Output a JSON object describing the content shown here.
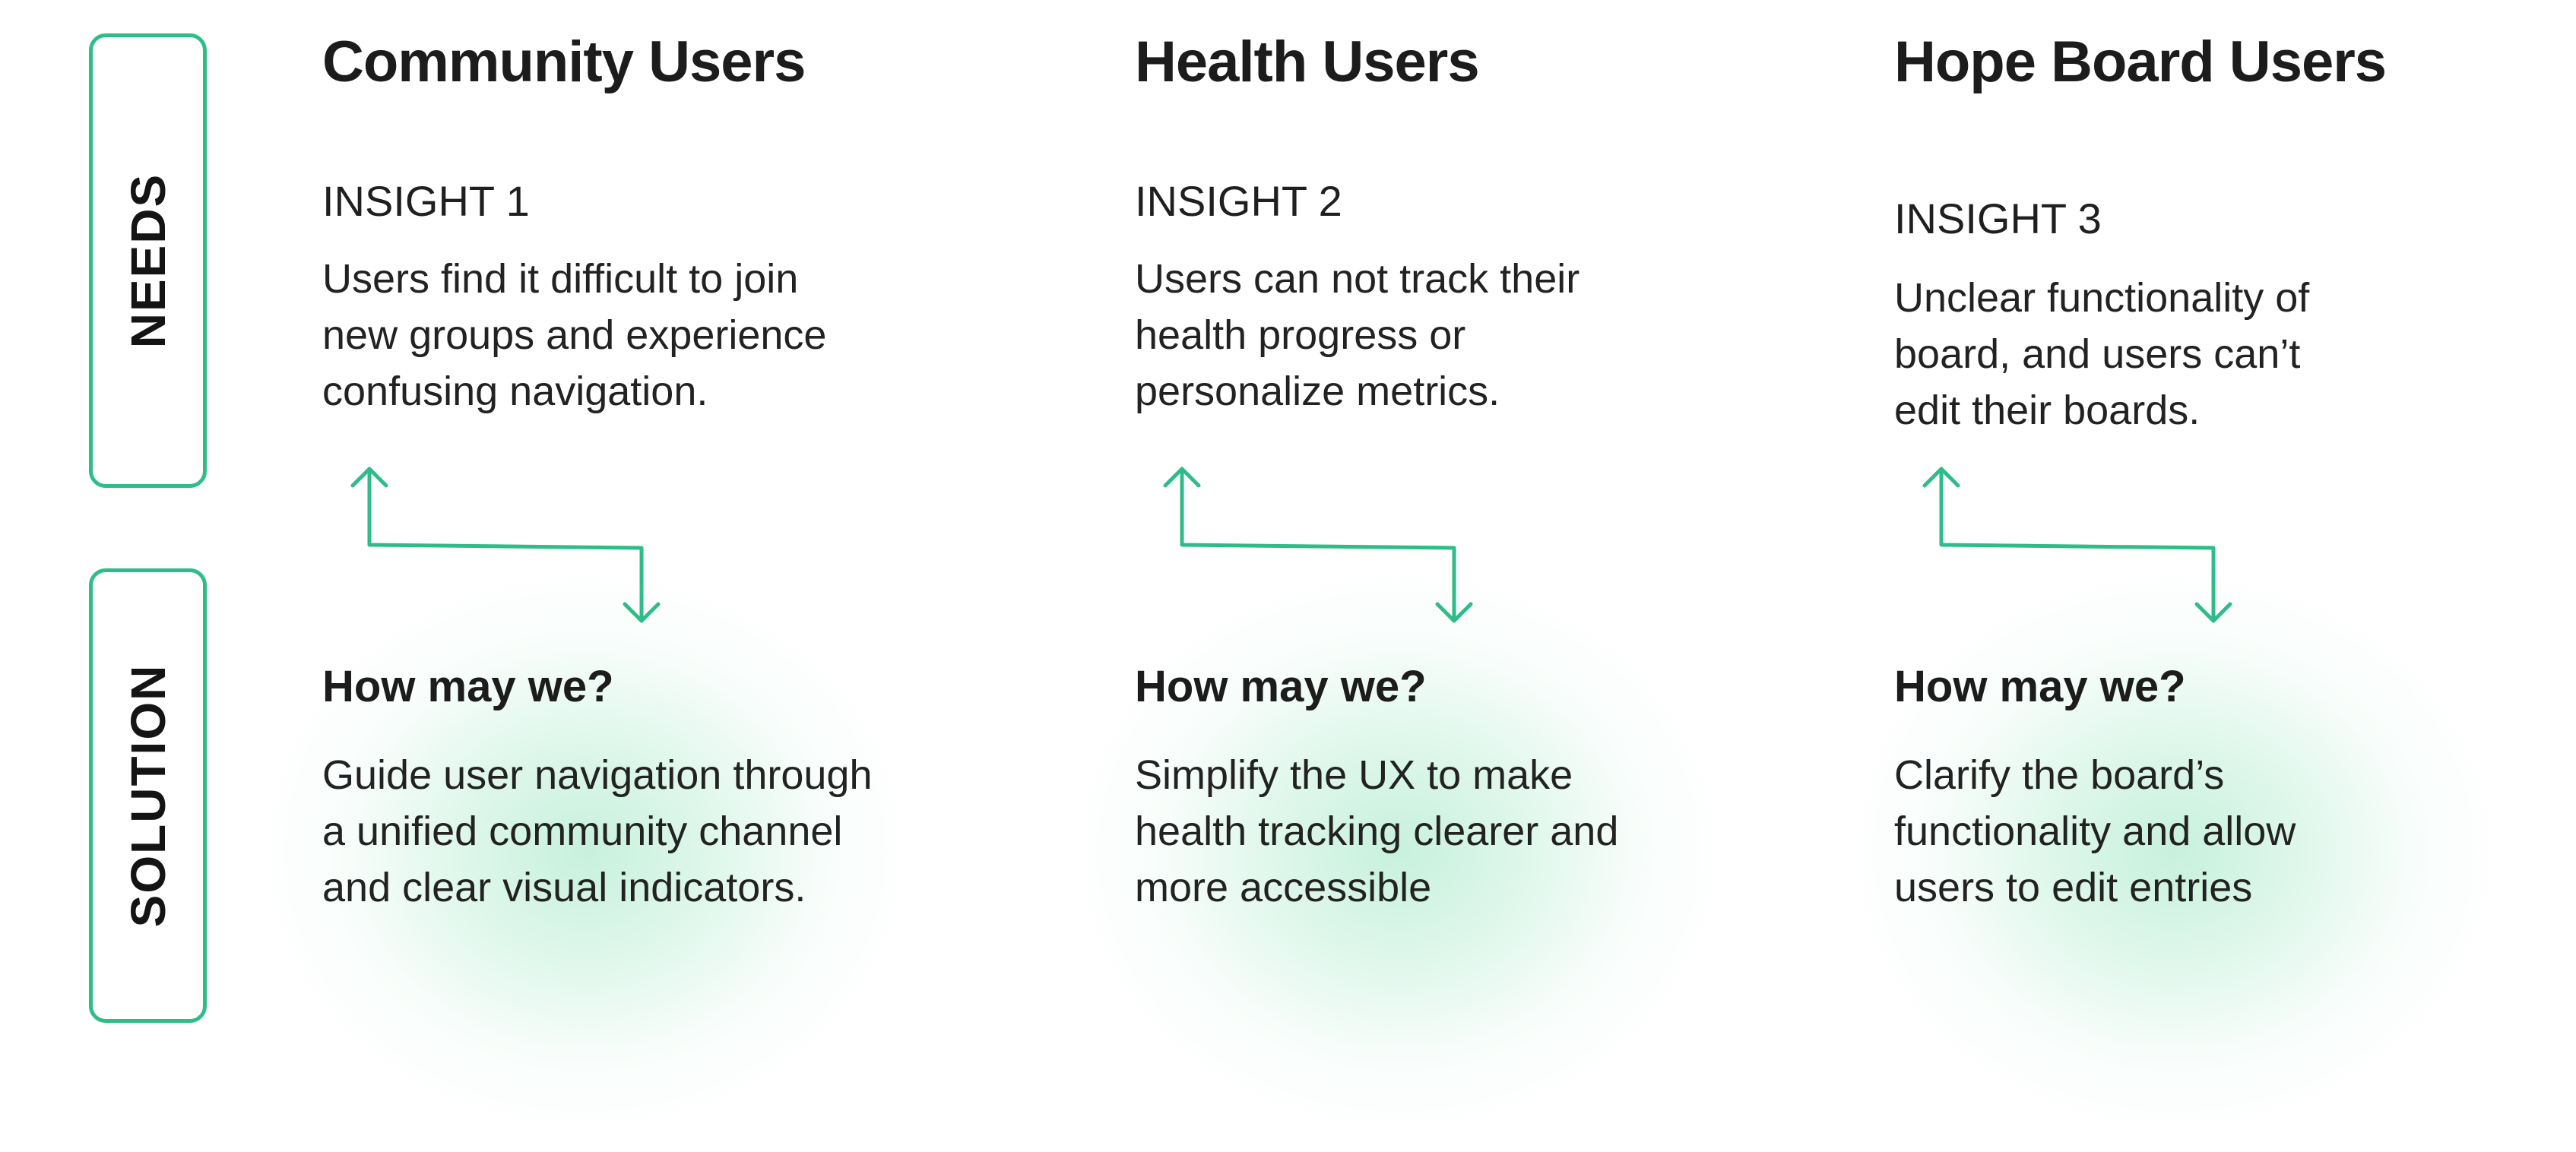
{
  "rows": {
    "needs_label": "NEEDS",
    "solution_label": "SOLUTION"
  },
  "columns": [
    {
      "title": "Community Users",
      "insight_label": "INSIGHT 1",
      "insight_text": "Users find it difficult to join\nnew groups and experience\nconfusing navigation.",
      "question": "How may we?",
      "solution_text": "Guide user navigation through\na unified community channel\nand clear visual indicators."
    },
    {
      "title": "Health Users",
      "insight_label": "INSIGHT 2",
      "insight_text": "Users can not track their\nhealth progress or\npersonalize metrics.",
      "question": "How may we?",
      "solution_text": "Simplify the UX to make\nhealth tracking clearer and\nmore accessible"
    },
    {
      "title": "Hope Board Users",
      "insight_label": "INSIGHT 3",
      "insight_text": "Unclear functionality of\nboard, and users can’t\nedit their boards.",
      "question": "How may we?",
      "solution_text": "Clarify the board’s\nfunctionality and allow\nusers to edit entries"
    }
  ],
  "colors": {
    "accent": "#2ebd88",
    "glow": "#c4f0db",
    "text": "#1f1f1f"
  },
  "icons": {
    "connector": "up-down-arrow-connector-icon"
  }
}
